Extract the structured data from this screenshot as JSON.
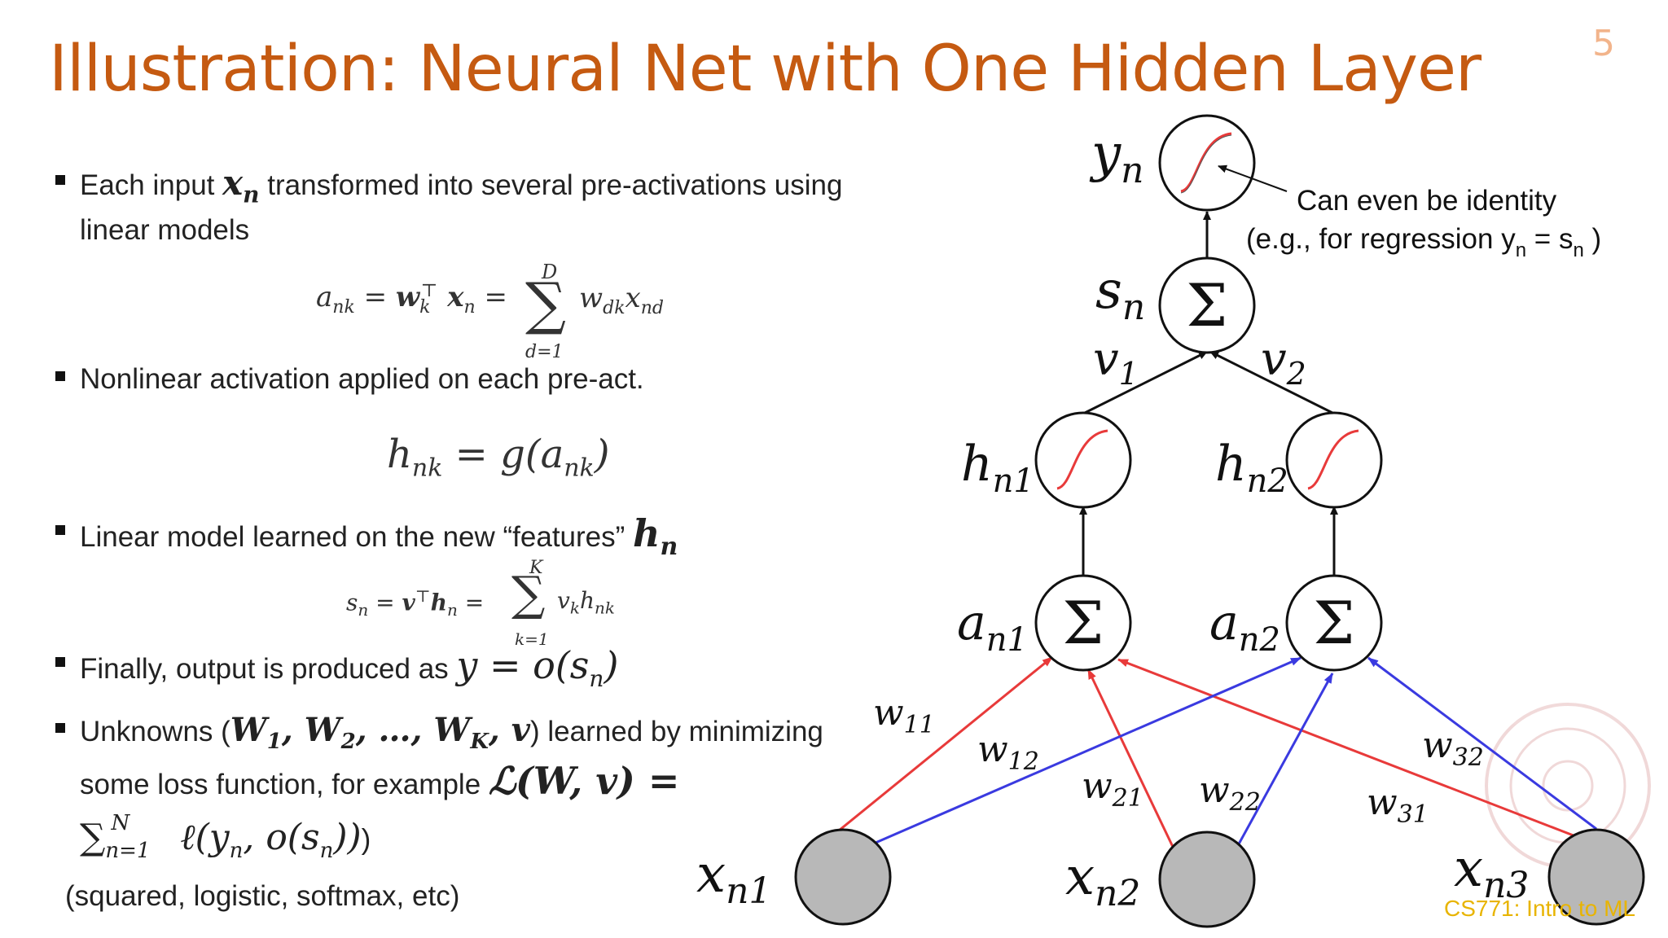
{
  "slide": {
    "title": "Illustration: Neural Net with One Hidden Layer",
    "number": "5",
    "footer": "CS771: Intro to ML"
  },
  "bullets": [
    {
      "pre": "Each input ",
      "math": "x_n",
      "post": " transformed into several pre-activations using",
      "line2": "linear models"
    },
    {
      "text": "Nonlinear activation applied on each pre-act."
    },
    {
      "text": "Linear model learned on the new “features” ",
      "math": "h_n"
    },
    {
      "text": "Finally, output is produced as ",
      "math": "y = o(s_n)"
    },
    {
      "pre": "Unknowns (",
      "math": "W_1, W_2, …, W_K, v",
      "post": ") learned by minimizing",
      "line2_pre": "some loss function, for example ",
      "line2_math": "L(W, v) =",
      "line3_math": "∑ n=1..N ℓ(y_n, o(s_n))",
      "line3_post": ")"
    }
  ],
  "note": "(squared, logistic, softmax, etc)",
  "equations": {
    "eq1": "a_nk = w_k^T x_n = sum_{d=1}^{D} w_dk x_nd",
    "eq2": "h_nk = g(a_nk)",
    "eq3": "s_n = v^T h_n = sum_{k=1}^{K} v_k h_nk"
  },
  "diagram": {
    "annotation": [
      "Can even be identity",
      "(e.g., for regression y",
      "n",
      " = s",
      "n",
      " )"
    ],
    "colors": {
      "red": "#e83a3a",
      "blue": "#3a3ae0",
      "input_fill": "#b8b8b8"
    }
  }
}
